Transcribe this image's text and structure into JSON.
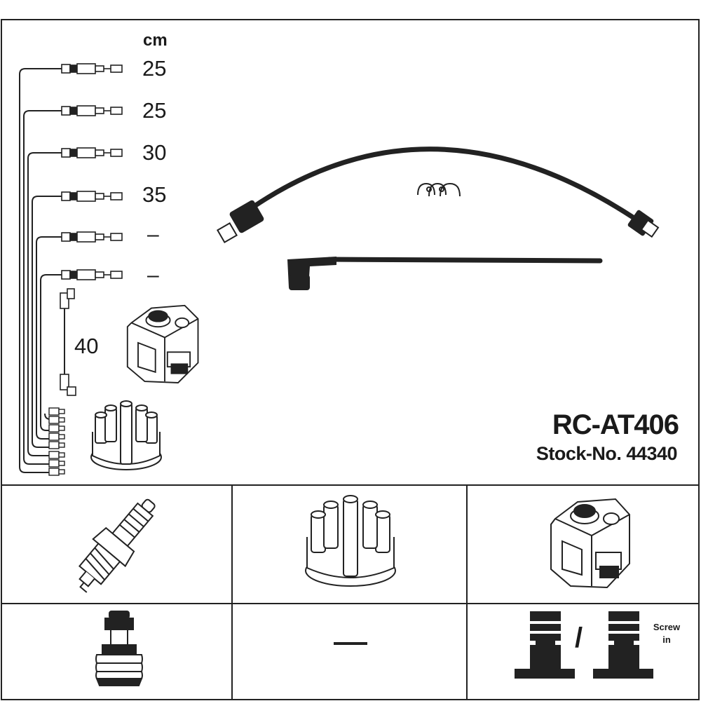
{
  "header": {
    "unit_label": "cm"
  },
  "lead_lengths": [
    "25",
    "25",
    "30",
    "35",
    "–",
    "–"
  ],
  "coil_lead_length": "40",
  "product": {
    "code": "RC-AT406",
    "stock_number": "Stock-No. 44340"
  },
  "connection_type": {
    "screw_label_line1": "Screw",
    "screw_label_line2": "in",
    "separator": "/"
  },
  "icons": {
    "spark_plug": "spark-plug-icon",
    "distributor_cap": "distributor-cap-icon",
    "ignition_coil": "ignition-coil-icon",
    "plug_connector": "plug-connector-icon",
    "terminal": "terminal-icon"
  }
}
